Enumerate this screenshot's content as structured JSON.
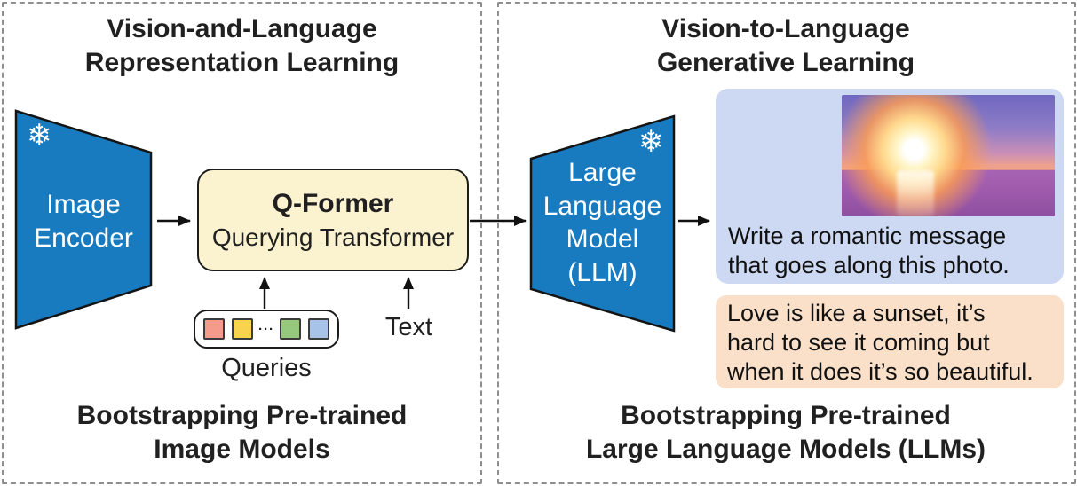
{
  "left_panel": {
    "title": "Vision-and-Language\nRepresentation Learning",
    "image_encoder_label": "Image\nEncoder",
    "qformer_title": "Q-Former",
    "qformer_subtitle": "Querying Transformer",
    "queries_label": "Queries",
    "text_label": "Text",
    "queries_dots": "···",
    "query_token_colors": [
      "#F59B8B",
      "#F8D44E",
      "#96C97E",
      "#A8C3E8"
    ],
    "caption": "Bootstrapping Pre-trained\nImage Models"
  },
  "right_panel": {
    "title": "Vision-to-Language\nGenerative Learning",
    "llm_label": "Large\nLanguage\nModel\n(LLM)",
    "prompt_text": "Write a romantic message\nthat goes along this photo.",
    "response_text": "Love is like a sunset, it’s\nhard to see it coming but\nwhen it does it’s so beautiful.",
    "caption": "Bootstrapping Pre-trained\nLarge Language Models (LLMs)"
  },
  "icons": {
    "frozen_snowflake": "❄"
  },
  "colors": {
    "encoder_blue": "#187BC0",
    "qformer_yellow": "#FBF2CF",
    "prompt_bubble_blue": "#CDD9F2",
    "response_bubble_orange": "#FADFC9",
    "arrow_black": "#111111",
    "dashed_border_gray": "#8F8F8F"
  }
}
